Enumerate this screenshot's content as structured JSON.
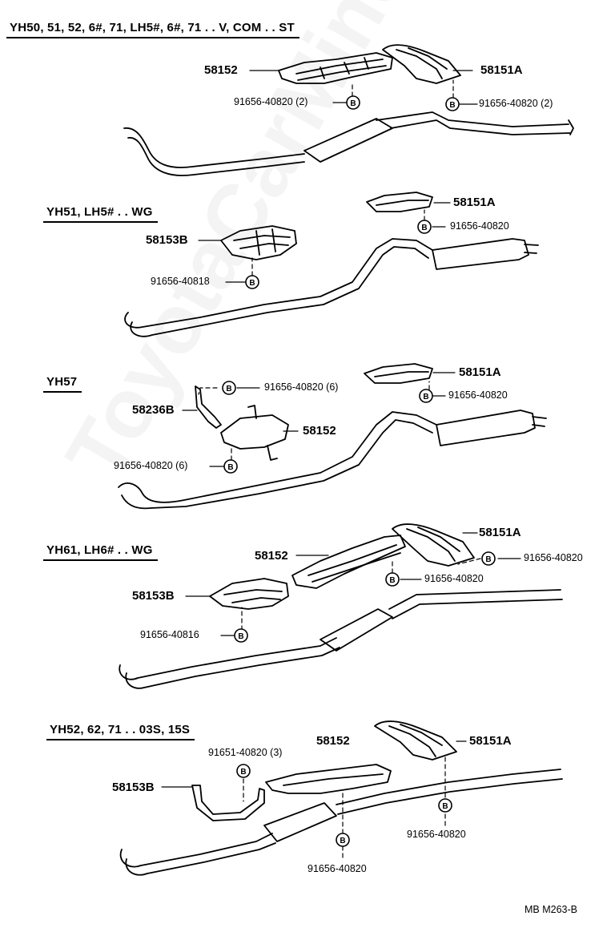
{
  "watermark": "ToyotaCarMine.ru",
  "diagram_code": "MB  M263-B",
  "bolt_marker": "B",
  "sections": [
    {
      "title": "YH50, 51, 52, 6#, 71, LH5#, 6#, 71 . . V, COM . . ST",
      "parts": {
        "p1": "58152",
        "p2": "58151A"
      },
      "fasteners": {
        "f1": "91656-40820 (2)",
        "f2": "91656-40820 (2)"
      }
    },
    {
      "title": "YH51, LH5# . . WG",
      "parts": {
        "p1": "58151A",
        "p2": "58153B"
      },
      "fasteners": {
        "f1": "91656-40820",
        "f2": "91656-40818"
      }
    },
    {
      "title": "YH57",
      "parts": {
        "p1": "58151A",
        "p2": "58236B",
        "p3": "58152"
      },
      "fasteners": {
        "f1": "91656-40820 (6)",
        "f2": "91656-40820",
        "f3": "91656-40820 (6)"
      }
    },
    {
      "title": "YH61, LH6# . . WG",
      "parts": {
        "p1": "58151A",
        "p2": "58152",
        "p3": "58153B"
      },
      "fasteners": {
        "f1": "91656-40820",
        "f2": "91656-40820",
        "f3": "91656-40816"
      }
    },
    {
      "title": "YH52, 62, 71 . . 03S, 15S",
      "parts": {
        "p1": "58152",
        "p2": "58151A",
        "p3": "58153B"
      },
      "fasteners": {
        "f1": "91651-40820 (3)",
        "f2": "91656-40820",
        "f3": "91656-40820"
      }
    }
  ]
}
